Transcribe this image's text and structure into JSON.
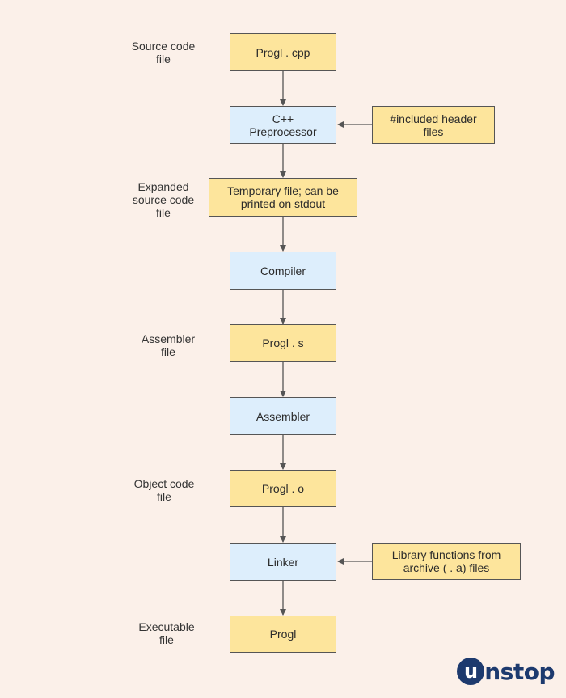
{
  "nodes": {
    "prog_cpp": "Progl . cpp",
    "preprocessor": "C++\nPreprocessor",
    "included_headers": "#included header\nfiles",
    "temp_file": "Temporary file;  can be\nprinted on stdout",
    "compiler": "Compiler",
    "prog_s": "Progl . s",
    "assembler": "Assembler",
    "prog_o": "Progl . o",
    "linker": "Linker",
    "library": "Library functions from\narchive ( . a) files",
    "prog": "Progl"
  },
  "labels": {
    "source_code_file": "Source code\nfile",
    "expanded_source_code_file": "Expanded\nsource code\nfile",
    "assembler_file": "Assembler\nfile",
    "object_code_file": "Object code\nfile",
    "executable_file": "Executable\nfile"
  },
  "logo": {
    "first_letter": "u",
    "rest": "nstop"
  },
  "colors": {
    "file_box": "#fde59c",
    "process_box": "#ddeefc",
    "background": "#fbf0e9",
    "arrow": "#555555",
    "logo": "#1d3a6e"
  }
}
